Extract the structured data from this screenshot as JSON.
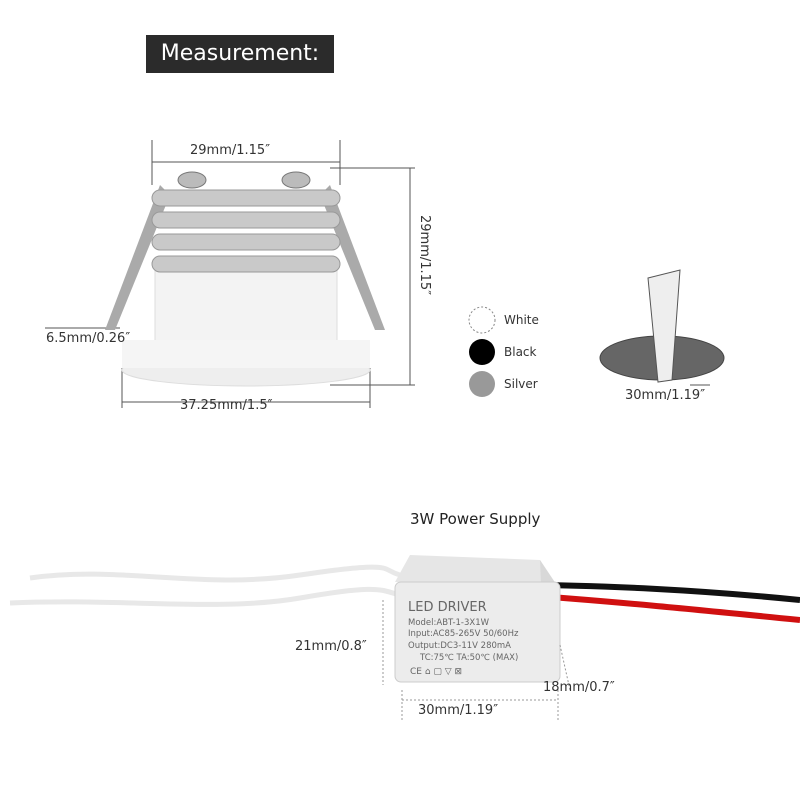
{
  "header": {
    "title": "Measurement:"
  },
  "light": {
    "width": "29mm/1.15″",
    "height": "29mm/1.15″",
    "flange": "6.5mm/0.26″",
    "diameter": "37.25mm/1.5″"
  },
  "colors": [
    {
      "label": "White",
      "hex": "#ffffff"
    },
    {
      "label": "Black",
      "hex": "#000000"
    },
    {
      "label": "Silver",
      "hex": "#999999"
    }
  ],
  "cutout": {
    "label": "30mm/1.19″"
  },
  "driver": {
    "title": "3W Power Supply",
    "height": "21mm/0.8″",
    "length": "30mm/1.19″",
    "depth": "18mm/0.7″",
    "label_lines": [
      "LED DRIVER",
      "Model:ABT-1-3X1W",
      "Input:AC85-265V 50/60Hz",
      "Output:DC3-11V   280mA",
      "TC:75℃  TA:50℃ (MAX)"
    ]
  }
}
